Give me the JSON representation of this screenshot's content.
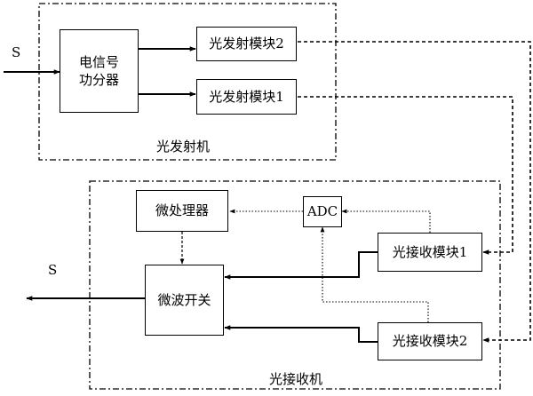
{
  "transmitter": {
    "title": "光发射机",
    "splitter": "电信号\n功分器",
    "emitter_2": "光发射模块2",
    "emitter_1": "光发射模块1"
  },
  "receiver": {
    "title": "光接收机",
    "adc": "ADC",
    "microprocessor": "微处理器",
    "microwave_switch": "微波开关",
    "receiver_1": "光接收模块1",
    "receiver_2": "光接收模块2"
  },
  "signals": {
    "input": "S",
    "output": "S"
  }
}
